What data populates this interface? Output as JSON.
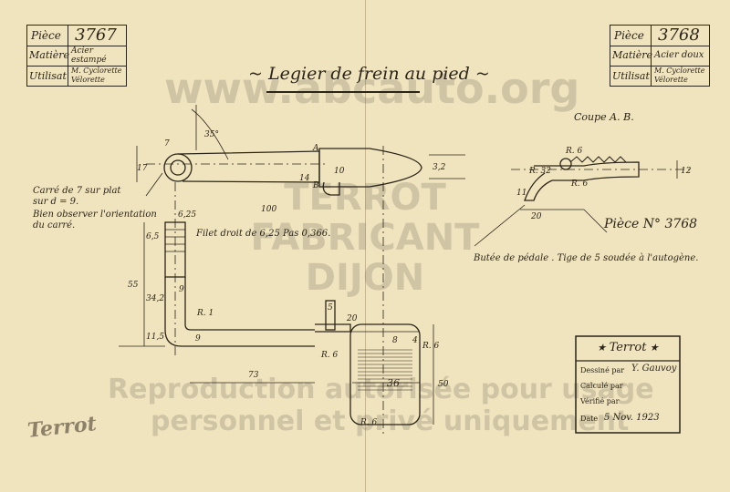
{
  "title": "Legier de frein au pied",
  "left_block": {
    "piece_label": "Pièce",
    "piece_no": "3767",
    "matiere_label": "Matière",
    "matiere_value": "Acier estampé",
    "utilisat_label": "Utilisat",
    "utilisat_value": "M. Cyclorette Vélorette"
  },
  "right_block": {
    "piece_label": "Pièce",
    "piece_no": "3768",
    "matiere_label": "Matière",
    "matiere_value": "Acier doux",
    "utilisat_label": "Utilisat",
    "utilisat_value": "M. Cyclorette Vélorette"
  },
  "notes": {
    "carre": "Carré de 7 sur plat sur d = 9.",
    "orientation": "Bien observer l'orientation du carré.",
    "filet": "Filet droit de 6,25 Pas 0,366.",
    "butee": "Butée de pédale . Tige de 5 soudée à l'autogène.",
    "coupe": "Coupe A. B.",
    "piece_ref": "Pièce N° 3768"
  },
  "dimensions": {
    "angle": "35°",
    "d7": "7",
    "d17": "17",
    "a": "A",
    "b": "B",
    "d10": "10",
    "d14": "14",
    "d3_2": "3,2",
    "d100": "100",
    "d6_25": "6,25",
    "d6_5": "6,5",
    "d55": "55",
    "d34_2": "34,2",
    "d11_5": "11,5",
    "d9": "9",
    "d9b": "9",
    "r1": "R. 1",
    "d73": "73",
    "d5": "5",
    "d20": "20",
    "d8": "8",
    "d4": "4",
    "r6a": "R. 6",
    "r6b": "R. 6",
    "r6c": "R. 6",
    "d36": "36",
    "d50": "50",
    "r32": "R. 32",
    "r6d": "R. 6",
    "r6e": "R. 6",
    "d11": "11",
    "d20b": "20",
    "d12": "12"
  },
  "title_block": {
    "brand": "Terrot",
    "dessine_label": "Dessiné par",
    "dessine_value": "Y. Gauvoy",
    "calcule_label": "Calculé par",
    "calcule_value": "",
    "verifie_label": "Vérifié par",
    "verifie_value": "",
    "date_label": "Date",
    "date_value": "5 Nov. 1923"
  },
  "logo_text": "Terrot",
  "watermark": {
    "site": "www.abcauto.org",
    "line1": "Reproduction autorisée pour usage",
    "line2": "personnel et privé uniquement",
    "stamp": "TERROT FABRICANT DIJON"
  }
}
